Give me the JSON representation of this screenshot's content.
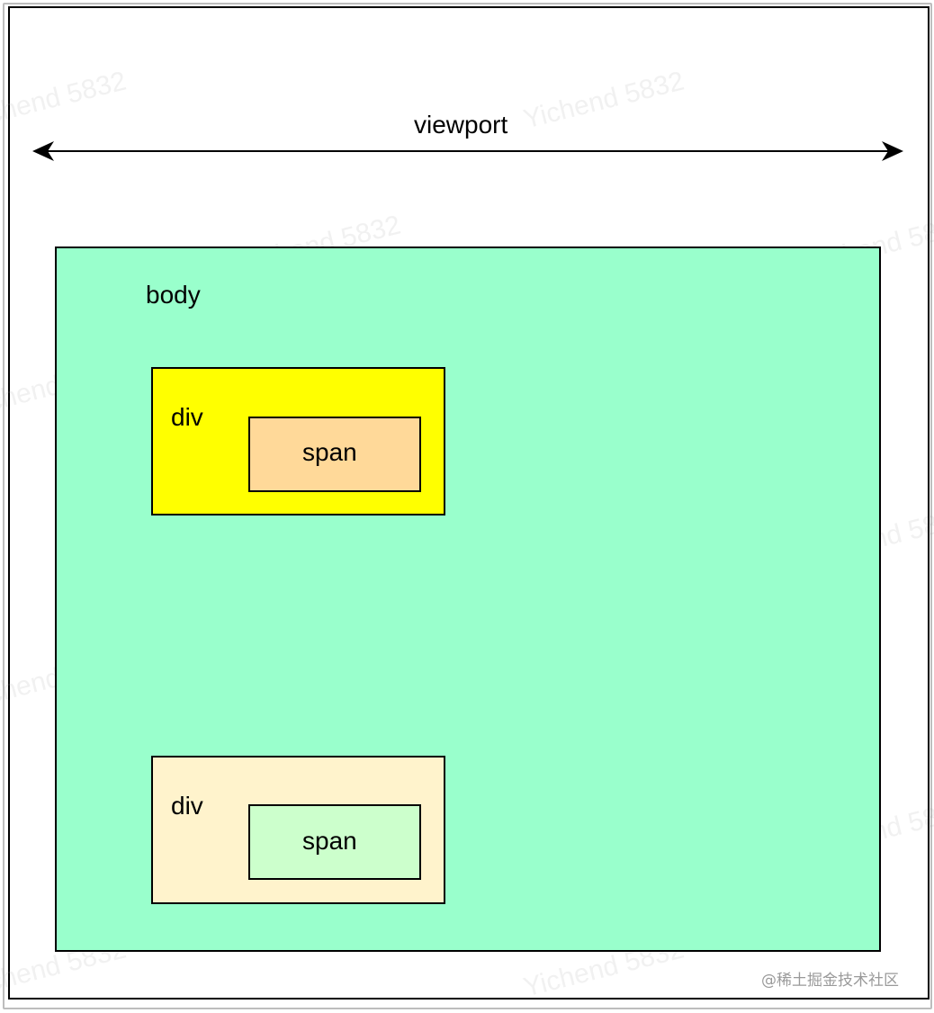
{
  "labels": {
    "viewport": "viewport",
    "body": "body",
    "div_top": "div",
    "span_top": "span",
    "div_bottom": "div",
    "span_bottom": "span"
  },
  "watermark_text": "Yichend 5832",
  "credit": "@稀土掘金技术社区",
  "colors": {
    "body_fill": "#99ffcc",
    "div_top_fill": "#ffff00",
    "span_top_fill": "#ffd999",
    "div_bottom_fill": "#fff3cc",
    "span_bottom_fill": "#ccffcc",
    "stroke": "#000000"
  }
}
